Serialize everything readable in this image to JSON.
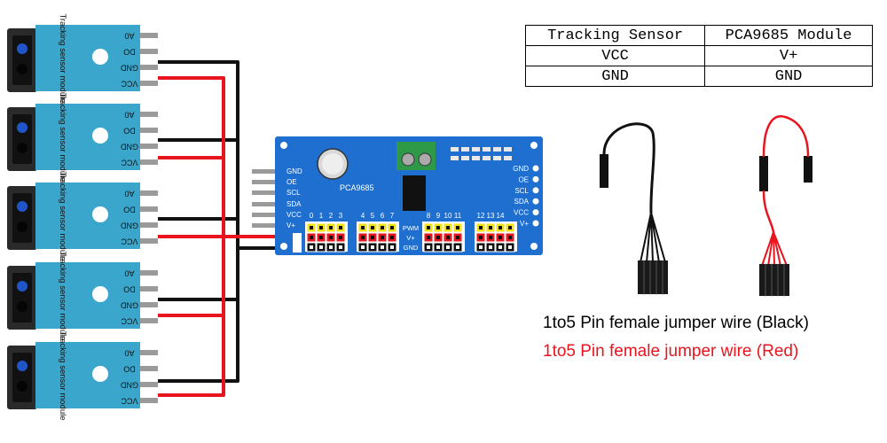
{
  "mapping_table": {
    "headers": [
      "Tracking Sensor",
      "PCA9685 Module"
    ],
    "rows": [
      [
        "VCC",
        "V+"
      ],
      [
        "GND",
        "GND"
      ]
    ]
  },
  "sensor_module": {
    "label": "Tracking sensor module",
    "pins": [
      "A0",
      "DO",
      "GND",
      "VCC"
    ],
    "count": 5
  },
  "pca9685": {
    "chip_label": "PCA9685",
    "left_pins": [
      "GND",
      "OE",
      "SCL",
      "SDA",
      "VCC",
      "V+"
    ],
    "right_pins": [
      "GND",
      "OE",
      "SCL",
      "SDA",
      "VCC",
      "V+"
    ],
    "channel_numbers": [
      "0",
      "1",
      "2",
      "3",
      "4",
      "5",
      "6",
      "7",
      "8",
      "9",
      "10",
      "11",
      "12",
      "13",
      "14"
    ],
    "row_labels": [
      "PWM",
      "V+",
      "GND"
    ]
  },
  "captions": {
    "black": "1to5 Pin female jumper wire (Black)",
    "red": "1to5 Pin female jumper wire (Red)"
  },
  "colors": {
    "board_blue": "#1f6fd0",
    "sensor_teal": "#3aa6cc",
    "wire_red": "#e8141e",
    "wire_black": "#111111",
    "header_yellow": "#f3e21a",
    "header_red": "#e8141e",
    "terminal_green": "#2e9a48"
  }
}
